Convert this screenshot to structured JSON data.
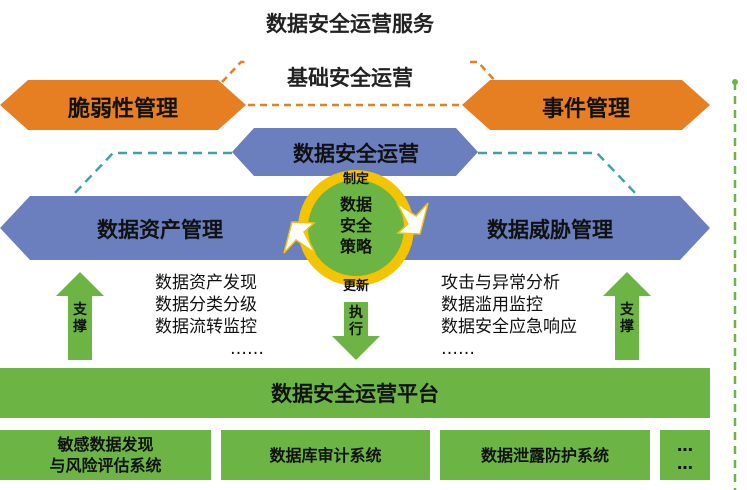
{
  "title": "数据安全运营服务",
  "basic_ops": "基础安全运营",
  "vuln_mgmt": "脆弱性管理",
  "event_mgmt": "事件管理",
  "data_ops": "数据安全运营",
  "asset_mgmt": "数据资产管理",
  "threat_mgmt": "数据威胁管理",
  "cycle": {
    "top_label": "制定",
    "bottom_label": "更新",
    "center_lines": [
      "数据",
      "安全",
      "策略"
    ]
  },
  "asset_items": [
    "数据资产发现",
    "数据分类分级",
    "数据流转监控",
    "……"
  ],
  "threat_items": [
    "攻击与异常分析",
    "数据滥用监控",
    "数据安全应急响应",
    "……"
  ],
  "support_left": "支撑",
  "support_right": "支撑",
  "execute": "执行",
  "platform": "数据安全运营平台",
  "systems": [
    "敏感数据发现\n与风险评估系统",
    "数据库审计系统",
    "数据泄露防护系统",
    "…\n…"
  ],
  "colors": {
    "orange": "#e67e22",
    "blue": "#6b7fbf",
    "green": "#6cb545",
    "cyan": "#3ea3a8",
    "yellow": "#f5c400",
    "dashed_orange": "#e67e22",
    "dashed_green": "#6cb545"
  }
}
